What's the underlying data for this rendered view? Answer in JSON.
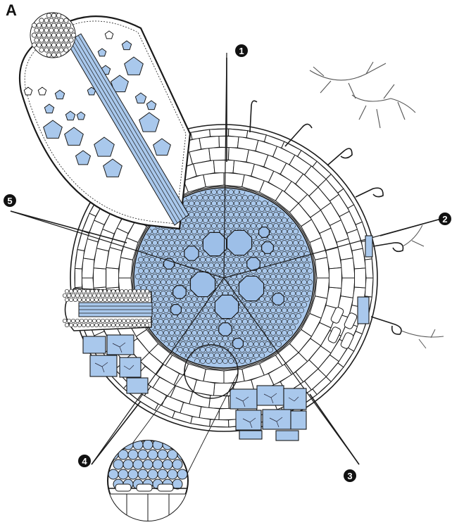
{
  "panel_label": "A",
  "markers": [
    {
      "id": "marker-1",
      "label": "1"
    },
    {
      "id": "marker-2",
      "label": "2"
    },
    {
      "id": "marker-3",
      "label": "3"
    },
    {
      "id": "marker-4",
      "label": "4"
    },
    {
      "id": "marker-5",
      "label": "5"
    }
  ],
  "colors": {
    "cell_fill": "#a9c8ec",
    "outline": "#1a1a1a",
    "background": "#ffffff",
    "xylem_fill": "#9dbfe8",
    "cortex_fill": "#ffffff"
  },
  "icons": [
    "root-cross-section",
    "lateral-root",
    "root-hair",
    "fungal-hypha",
    "detail-magnifier-circle"
  ]
}
